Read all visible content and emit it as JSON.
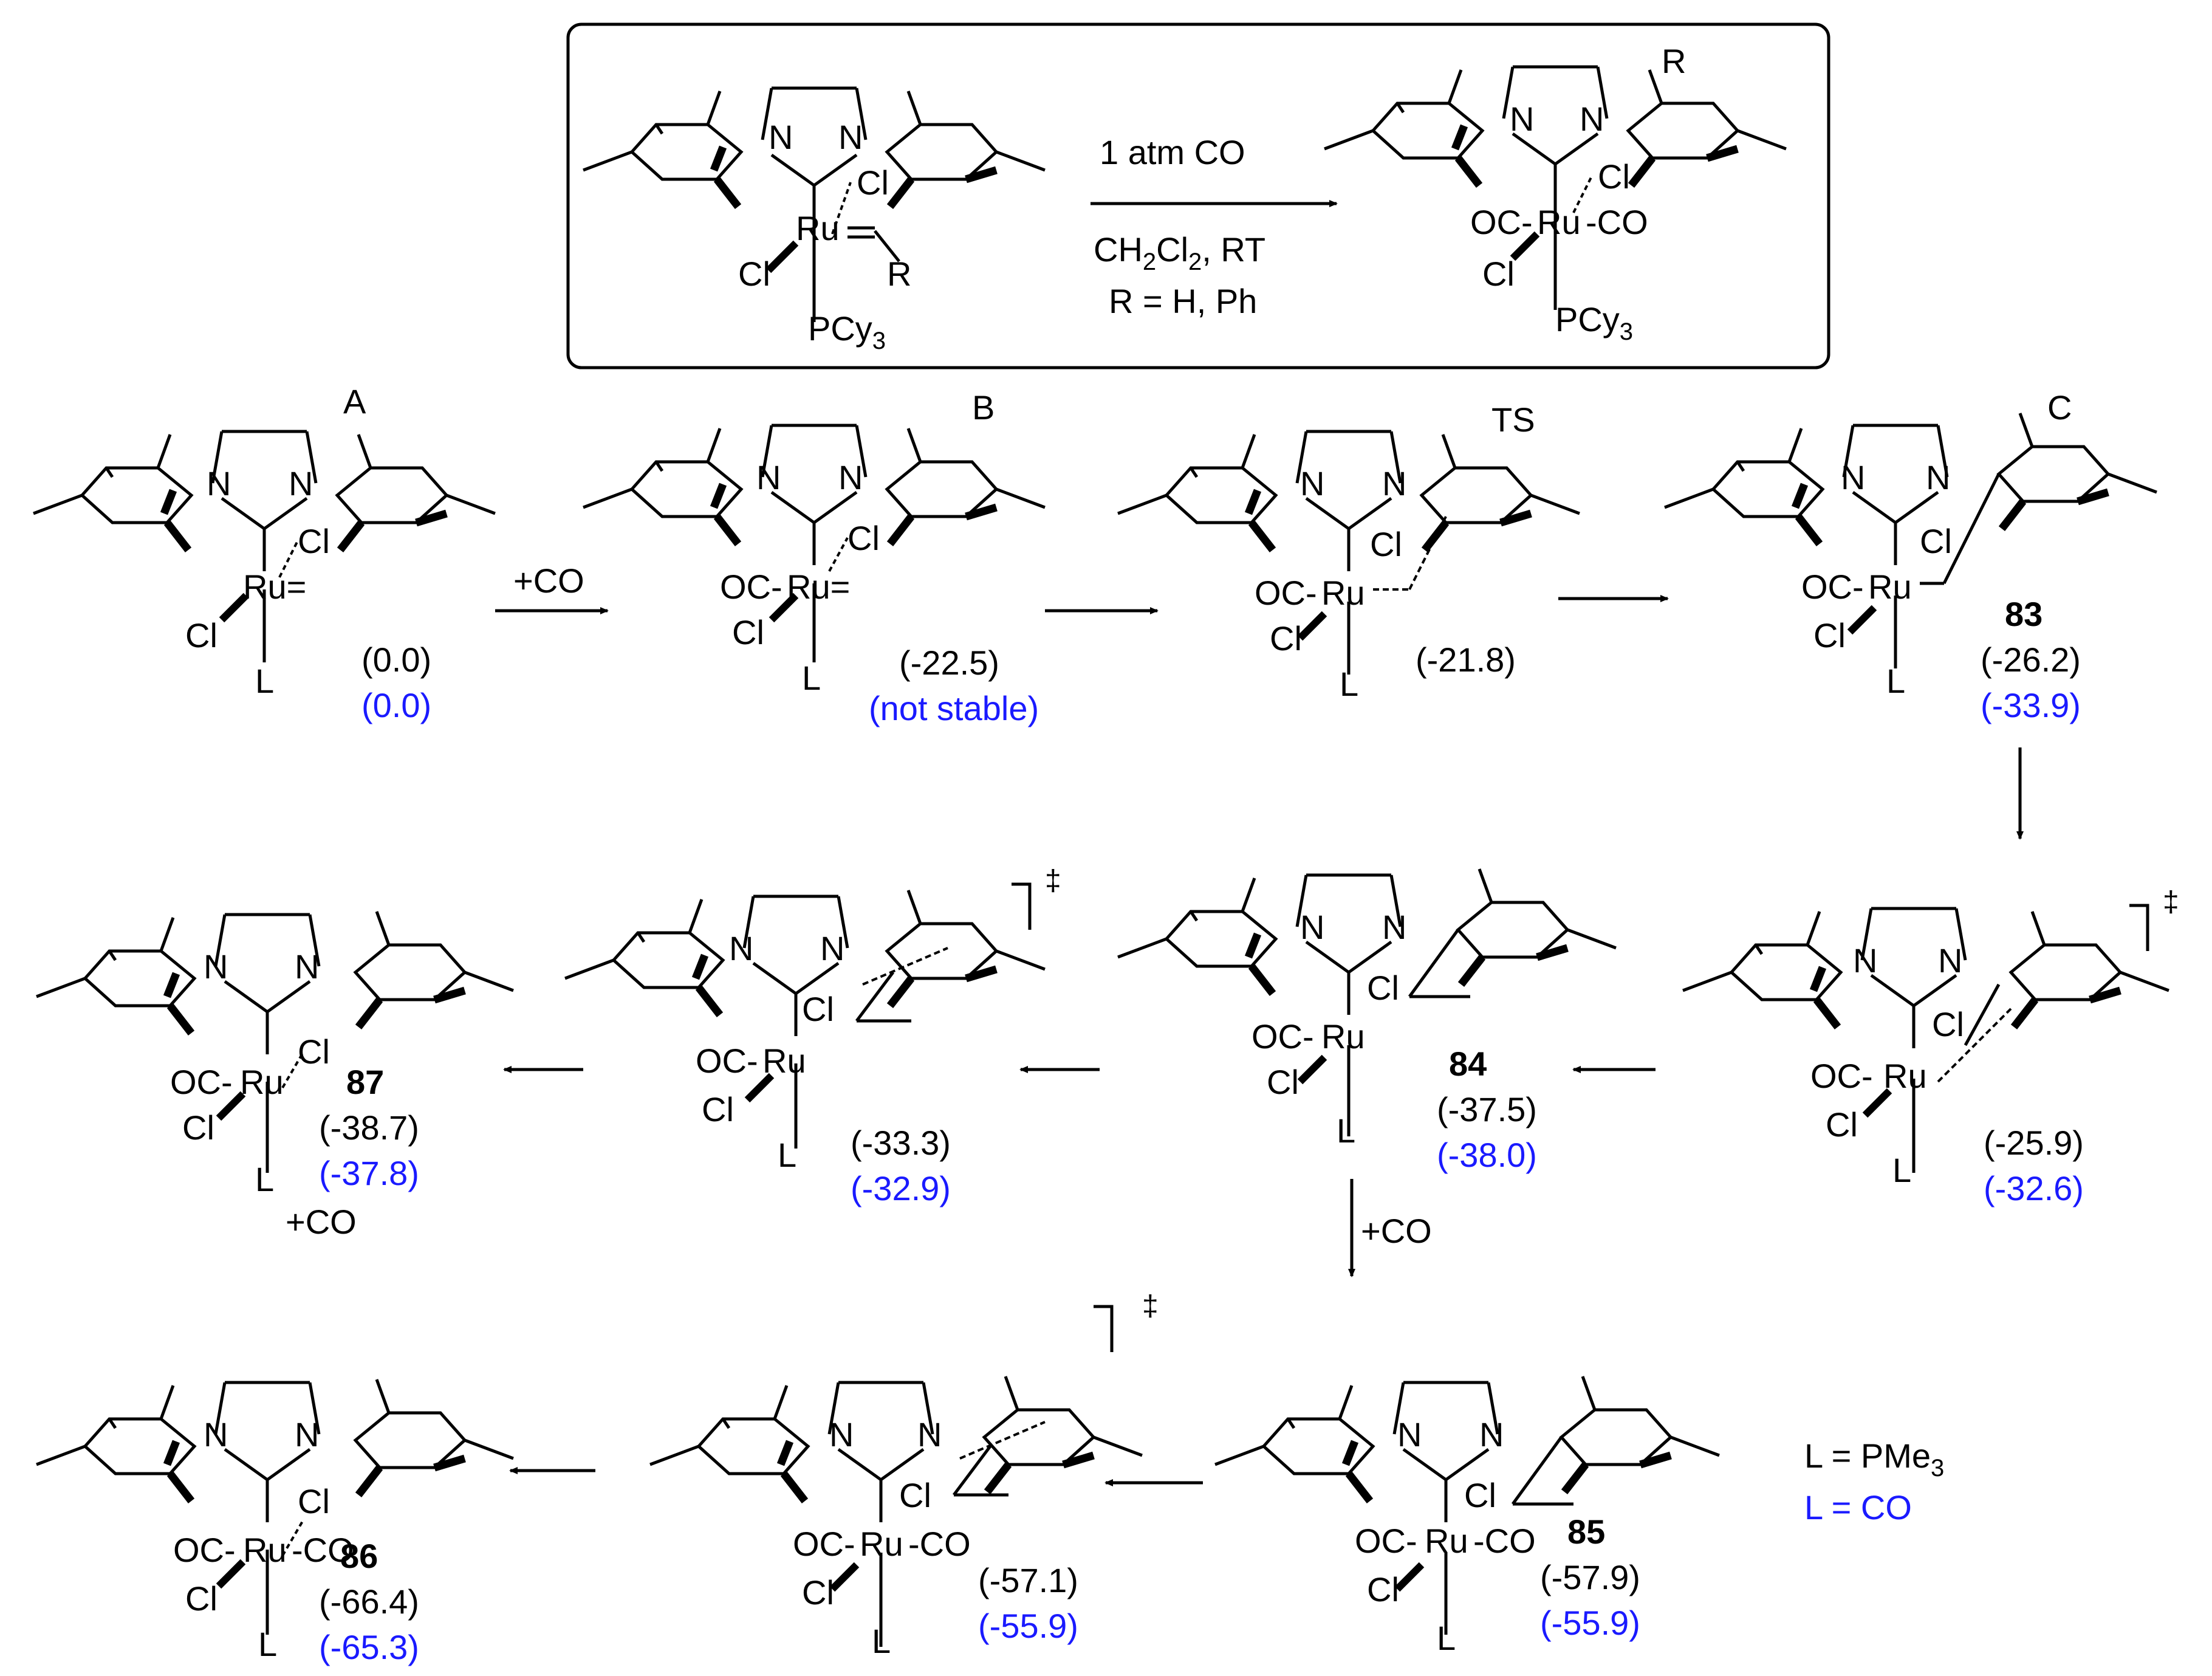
{
  "scheme": {
    "reagent_top": "1 atm CO",
    "reagent_bottom_1": "CH",
    "reagent_bottom_sub": "2",
    "reagent_bottom_2": "Cl",
    "reagent_bottom_sub2": "2",
    "reagent_bottom_3": ", RT",
    "reagent_r": "R = H, Ph"
  },
  "common_labels": {
    "N": "N",
    "Cl": "Cl",
    "Ru": "Ru",
    "Ru_eq": "Ru=",
    "OC": "OC-",
    "CO": "-CO",
    "L": "L",
    "R": "R",
    "PCy": "PCy",
    "PCy_sub": "3",
    "dagger": "‡"
  },
  "stages": {
    "A": {
      "label": "A",
      "e_pme3": "(0.0)",
      "e_co": "(0.0)"
    },
    "B": {
      "label": "B",
      "e_pme3": "(-22.5)",
      "e_co": "(not stable)"
    },
    "TS": {
      "label": "TS",
      "e_pme3": "(-21.8)"
    },
    "C": {
      "label": "C",
      "compound": "83",
      "e_pme3": "(-26.2)",
      "e_co": "(-33.9)"
    },
    "ts_right": {
      "e_pme3": "(-25.9)",
      "e_co": "(-32.6)"
    },
    "c84": {
      "compound": "84",
      "e_pme3": "(-37.5)",
      "e_co": "(-38.0)"
    },
    "ts_mid": {
      "e_pme3": "(-33.3)",
      "e_co": "(-32.9)"
    },
    "c87": {
      "compound": "87",
      "e_pme3": "(-38.7)",
      "e_co": "(-37.8)"
    },
    "c85": {
      "compound": "85",
      "e_pme3": "(-57.9)",
      "e_co": "(-55.9)"
    },
    "ts_low": {
      "e_pme3": "(-57.1)",
      "e_co": "(-55.9)"
    },
    "c86": {
      "compound": "86",
      "e_pme3": "(-66.4)",
      "e_co": "(-65.3)"
    }
  },
  "arrows": {
    "co_1": "+CO",
    "co_2": "+CO",
    "co_3": "+CO"
  },
  "legend": {
    "pme3_1": "L = PMe",
    "pme3_sub": "3",
    "co": "L = CO"
  },
  "colors": {
    "blue_values": "#1a1aff",
    "black_values": "#000000"
  }
}
